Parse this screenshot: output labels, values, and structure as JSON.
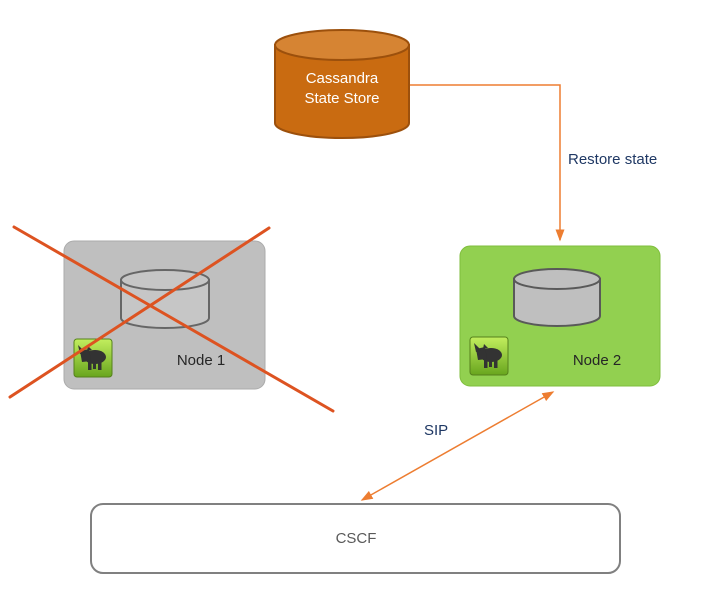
{
  "diagram": {
    "cassandra": {
      "line1": "Cassandra",
      "line2": "State Store"
    },
    "restore_arrow_label": "Restore state",
    "node1": {
      "label": "Node 1",
      "status": "failed-crossed-out"
    },
    "node2": {
      "label": "Node 2",
      "status": "active"
    },
    "sip_label": "SIP",
    "cscf": {
      "label": "CSCF"
    }
  },
  "icons": {
    "rhino": "rhino-icon",
    "database": "database-cylinder-icon",
    "cross": "failure-cross-icon"
  },
  "colors": {
    "cassandra_fill": "#C96B11",
    "cassandra_top": "#D68433",
    "cassandra_stroke": "#9C500C",
    "node1_fill": "#BFBFBF",
    "node1_stroke": "#ABABAB",
    "node2_fill": "#92D050",
    "node2_stroke": "#7FBE3C",
    "cylinder_fill": "#C6C6C6",
    "cylinder_stroke": "#666666",
    "arrow": "#ED7D31",
    "cross": "#DD5321",
    "label_navy": "#1F3864",
    "cscf_fill": "#FFFFFF",
    "cscf_border": "#808080"
  }
}
